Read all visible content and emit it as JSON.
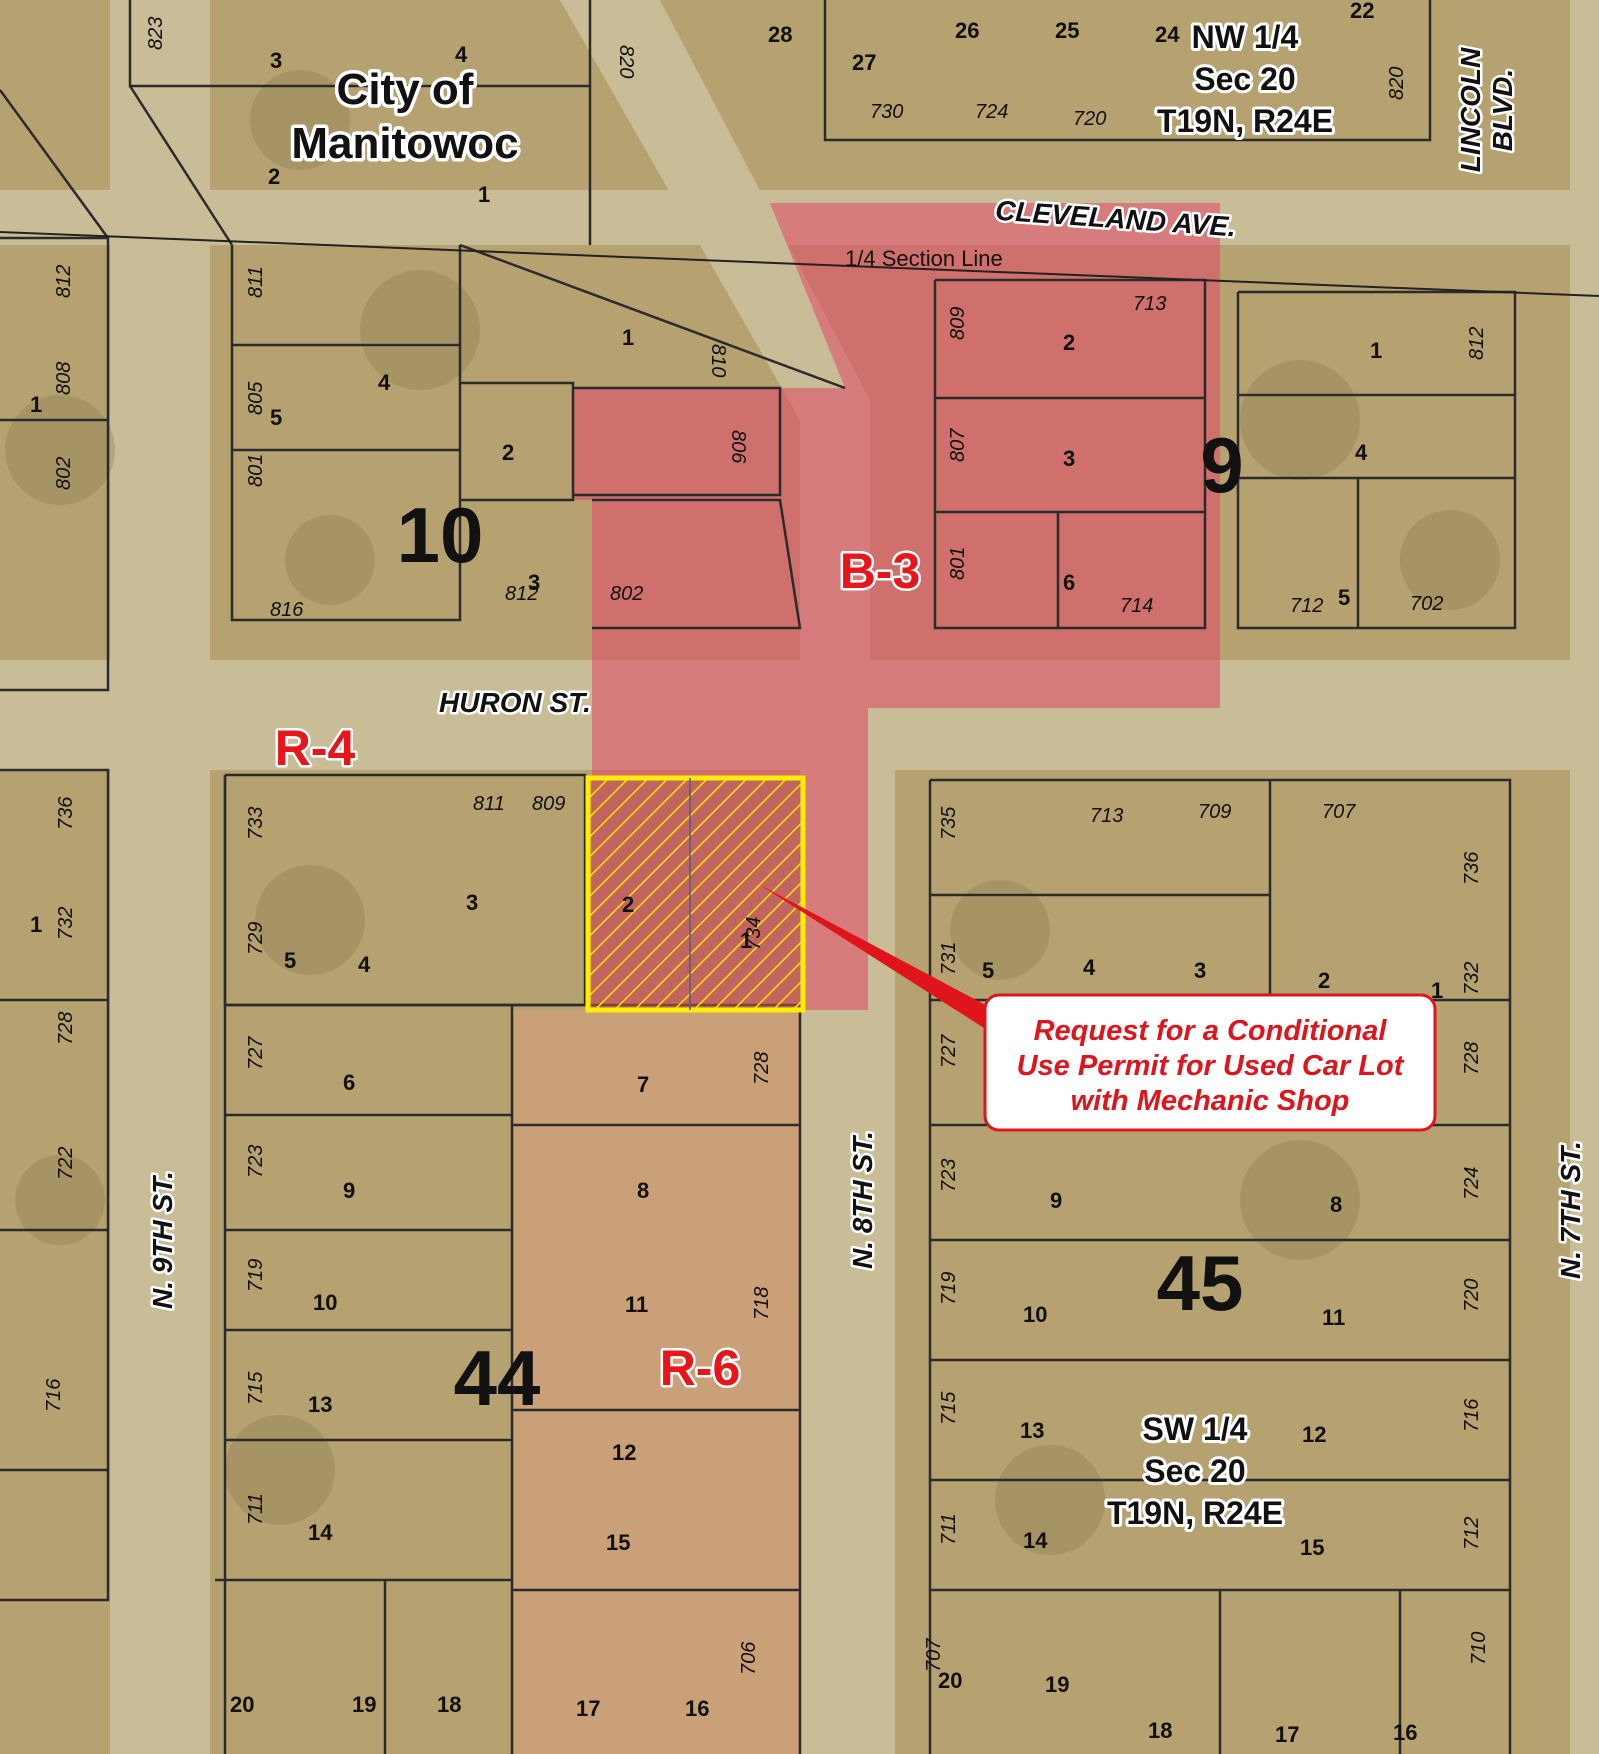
{
  "city_label": [
    "City of",
    "Manitowoc"
  ],
  "section_ne": [
    "NW 1/4",
    "Sec 20",
    "T19N, R24E"
  ],
  "section_sw": [
    "SW 1/4",
    "Sec 20",
    "T19N, R24E"
  ],
  "quarter_line": "1/4 Section Line",
  "streets": {
    "cleveland": "CLEVELAND AVE.",
    "huron": "HURON ST.",
    "n9th": "N. 9TH ST.",
    "n8th": "N. 8TH ST.",
    "n7th": "N. 7TH ST.",
    "lincoln": [
      "LINCOLN",
      "BLVD."
    ]
  },
  "zones": {
    "b3": "B-3",
    "r4": "R-4",
    "r6": "R-6"
  },
  "blocks": {
    "b10": "10",
    "b9": "9",
    "b44": "44",
    "b45": "45"
  },
  "callout": [
    "Request for a Conditional",
    "Use Permit for Used Car Lot",
    "with Mechanic Shop"
  ],
  "colors": {
    "b3_zone": "#e0506a",
    "subject_outline": "#ffee00",
    "r6_zone": "#d9a080",
    "callout": "#e0141b"
  },
  "lot_numbers": [
    {
      "t": "3"
    },
    {
      "t": "4"
    },
    {
      "t": "28"
    },
    {
      "t": "27"
    },
    {
      "t": "26"
    },
    {
      "t": "25"
    },
    {
      "t": "24"
    },
    {
      "t": "22"
    },
    {
      "t": "2"
    },
    {
      "t": "1"
    },
    {
      "t": "1"
    },
    {
      "t": "4"
    },
    {
      "t": "5"
    },
    {
      "t": "2"
    },
    {
      "t": "1"
    },
    {
      "t": "2"
    },
    {
      "t": "3"
    },
    {
      "t": "1"
    },
    {
      "t": "4"
    },
    {
      "t": "6"
    },
    {
      "t": "3"
    },
    {
      "t": "5"
    },
    {
      "t": "2"
    },
    {
      "t": "1"
    },
    {
      "t": "3"
    },
    {
      "t": "5"
    },
    {
      "t": "4"
    },
    {
      "t": "6"
    },
    {
      "t": "7"
    },
    {
      "t": "9"
    },
    {
      "t": "8"
    },
    {
      "t": "10"
    },
    {
      "t": "11"
    },
    {
      "t": "13"
    },
    {
      "t": "12"
    },
    {
      "t": "14"
    },
    {
      "t": "15"
    },
    {
      "t": "20"
    },
    {
      "t": "19"
    },
    {
      "t": "18"
    },
    {
      "t": "17"
    },
    {
      "t": "16"
    },
    {
      "t": "1"
    },
    {
      "t": "5"
    },
    {
      "t": "4"
    },
    {
      "t": "3"
    },
    {
      "t": "2"
    },
    {
      "t": "1"
    },
    {
      "t": "9"
    },
    {
      "t": "8"
    },
    {
      "t": "10"
    },
    {
      "t": "11"
    },
    {
      "t": "13"
    },
    {
      "t": "12"
    },
    {
      "t": "14"
    },
    {
      "t": "15"
    },
    {
      "t": "20"
    },
    {
      "t": "19"
    },
    {
      "t": "18"
    },
    {
      "t": "17"
    },
    {
      "t": "16"
    }
  ],
  "addresses": [
    "823",
    "820",
    "730",
    "724",
    "720",
    "820",
    "812",
    "811",
    "810",
    "809",
    "713",
    "812",
    "808",
    "805",
    "802",
    "801",
    "806",
    "807",
    "801",
    "714",
    "712",
    "702",
    "816",
    "812",
    "802",
    "736",
    "733",
    "811",
    "809",
    "734",
    "735",
    "713",
    "709",
    "707",
    "736",
    "732",
    "729",
    "731",
    "732",
    "728",
    "727",
    "728",
    "727",
    "728",
    "722",
    "723",
    "723",
    "724",
    "719",
    "718",
    "719",
    "720",
    "716",
    "715",
    "715",
    "716",
    "711",
    "711",
    "712",
    "707",
    "706",
    "710"
  ]
}
